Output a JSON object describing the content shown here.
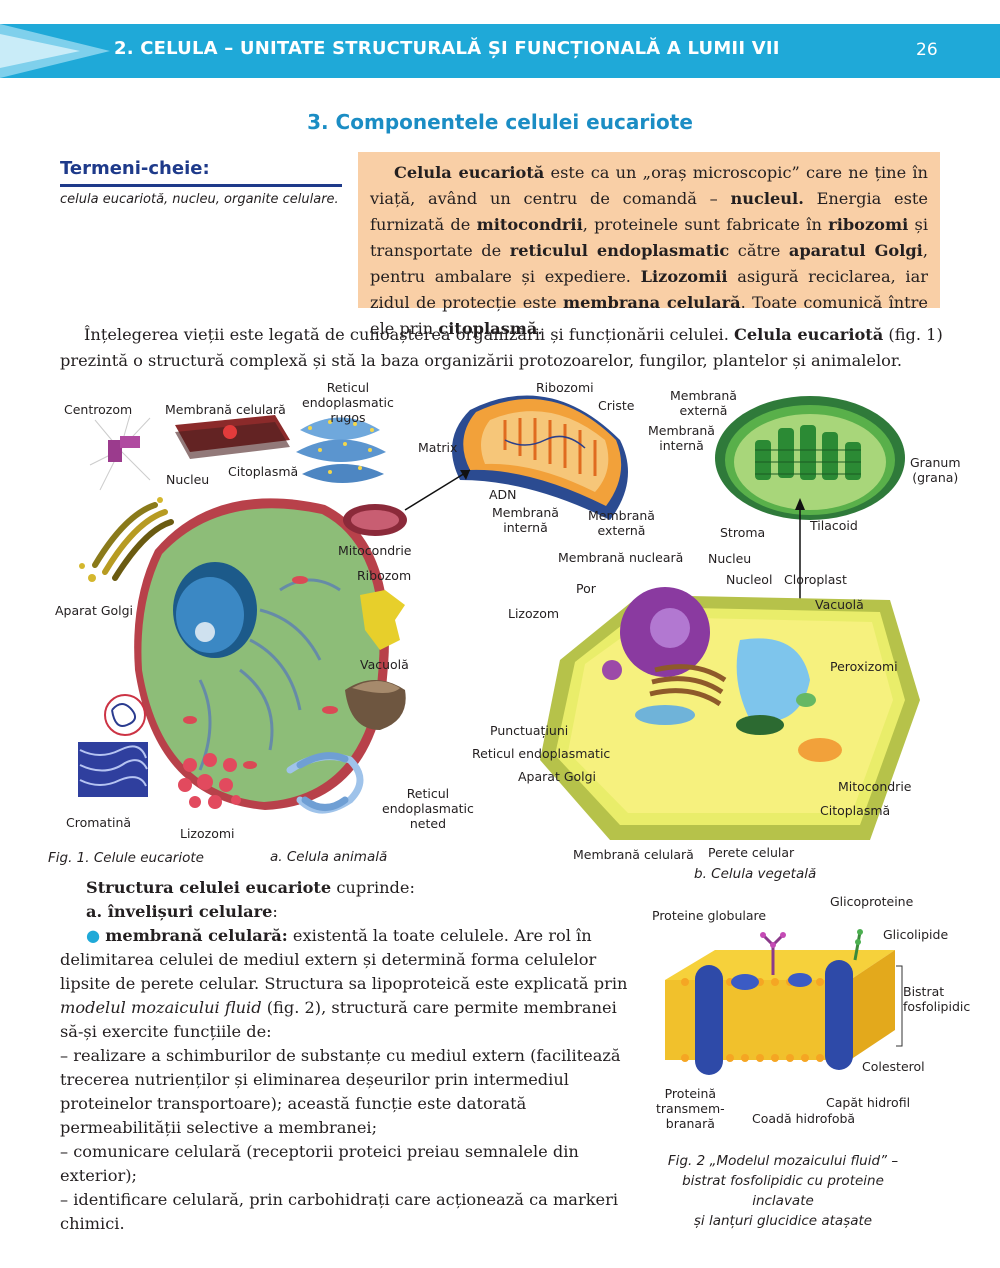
{
  "header": {
    "title": "2. CELULA – UNITATE STRUCTURALĂ ȘI FUNCȚIONALĂ A LUMII VII",
    "page_number": "26"
  },
  "section_title": "3. Componentele celulei eucariote",
  "key_terms": {
    "title": "Termeni-cheie:",
    "text": "celula eucariotă, nucleu, organite celulare."
  },
  "intro_box": {
    "parts": [
      "Celula eucariotă",
      " este ca un „oraș microscopic” care ne ține în viață, având un centru de comandă – ",
      "nucleul.",
      " Energia este furnizată de ",
      "mitocondrii",
      ", proteinele sunt fabricate în ",
      "ribozomi",
      " și transportate de ",
      "reticulul endoplasmatic",
      " către ",
      "aparatul Golgi",
      ", pentru ambalare și expediere. ",
      "Lizozomii",
      " asigură reciclarea, iar zidul de protecție este ",
      "membrana celulară",
      ". Toate comunică între ele prin ",
      "citoplasmă",
      "."
    ]
  },
  "paragraph1": {
    "text_a": "Înțelegerea vieții este legată de cunoașterea organizării și funcționării celulei. ",
    "bold": "Celula eucariotă",
    "text_b": " (fig. 1) prezintă o structură complexă și stă la baza organizării protozoarelor, fungilor, plantelor și animalelor."
  },
  "fig1": {
    "animal_labels": {
      "centrozom": "Centrozom",
      "membrana_celulara": "Membrană celulară",
      "reticul_rugos": "Reticul\nendoplasmatic\nrugos",
      "nucleu": "Nucleu",
      "citoplasma": "Citoplasmă",
      "matrix": "Matrix",
      "mitocondrie": "Mitocondrie",
      "ribozom": "Ribozom",
      "aparat_golgi": "Aparat Golgi",
      "vacuola": "Vacuolă",
      "cromatina": "Cromatină",
      "lizozomi": "Lizozomi",
      "reticul_neted": "Reticul\nendoplasmatic\nneted"
    },
    "mito_labels": {
      "ribozomi": "Ribozomi",
      "criste": "Criste",
      "adn": "ADN",
      "membrana_interna": "Membrană\ninternă",
      "membrana_externa": "Membrană\nexternă"
    },
    "chloro_labels": {
      "membrana_externa": "Membrană\nexternă",
      "membrana_interna": "Membrană\ninternă",
      "granum": "Granum\n(grana)",
      "stroma": "Stroma",
      "tilacoid": "Tilacoid"
    },
    "plant_labels": {
      "membrana_nucleara": "Membrană nucleară",
      "nucleu": "Nucleu",
      "nucleol": "Nucleol",
      "cloroplast": "Cloroplast",
      "por": "Por",
      "vacuola": "Vacuolă",
      "lizozom": "Lizozom",
      "peroxizomi": "Peroxizomi",
      "punctuatiuni": "Punctuațiuni",
      "reticul": "Reticul endoplasmatic",
      "aparat_golgi": "Aparat Golgi",
      "mitocondrie": "Mitocondrie",
      "citoplasma": "Citoplasmă",
      "membrana_celulara": "Membrană celulară",
      "perete_celular": "Perete celular"
    },
    "caption_main": "Fig. 1. Celule eucariote",
    "caption_a": "a. Celula animală",
    "caption_b": "b. Celula vegetală"
  },
  "fig2": {
    "labels": {
      "glicoproteine": "Glicoproteine",
      "proteine_globulare": "Proteine globulare",
      "glicolipide": "Glicolipide",
      "bistrat": "Bistrat\nfosfolipidic",
      "colesterol": "Colesterol",
      "proteina_transmembranara": "Proteină\ntransmem-\nbranară",
      "cap_hidrofil": "Capăt hidrofil",
      "coada_hidrofoba": "Coadă hidrofobă"
    },
    "caption": "Fig. 2 „Modelul mozaicului fluid” –\nbistrat fosfolipidic cu proteine inclavate\nși lanțuri glucidice atașate"
  },
  "body": {
    "structure_bold": "Structura celulei eucariote",
    "structure_rest": " cuprinde:",
    "sub_a": "a. învelișuri celulare",
    "sub_a_colon": ":",
    "bullet_term": "membrană celulară:",
    "bullet_text_a": " existentă la toate celulele. Are rol în delimitarea celulei de mediul extern și determină forma celulelor lipsite de perete celular. Structura sa lipoproteică este explicată prin ",
    "bullet_italic": "modelul mozaicului fluid",
    "bullet_text_b": " (fig. 2), structură care permite membranei să-și exercite funcțiile de:",
    "item1": "– realizare a schimburilor de substanțe cu mediul extern (facilitează trecerea nutrienților și eliminarea deșeurilor prin intermediul proteinelor transportoare); această funcție este datorată permeabilității selective a membranei;",
    "item2": "– comunicare celulară (receptorii proteici preiau semnalele din exterior);",
    "item3": "– identificare celulară, prin carbohidrați care acționează ca markeri chimici."
  }
}
